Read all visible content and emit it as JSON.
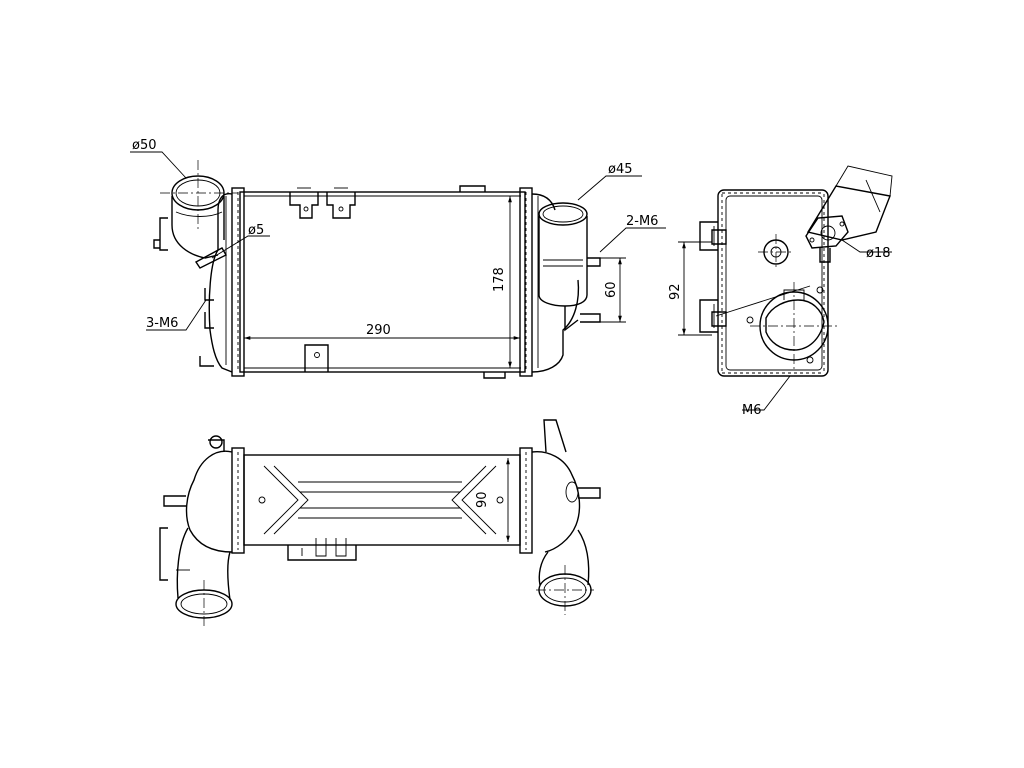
{
  "labels": {
    "inlet_diameter": "ø50",
    "outlet_diameter": "ø45",
    "hole_diameter": "ø5",
    "thread_3": "3-M6",
    "thread_2": "2-M6",
    "width_dim": "290",
    "height_dim": "178",
    "spacing_60": "60",
    "side_spacing": "92",
    "side_diameter": "ø18",
    "side_thread": "M6",
    "depth_dim": "90"
  }
}
